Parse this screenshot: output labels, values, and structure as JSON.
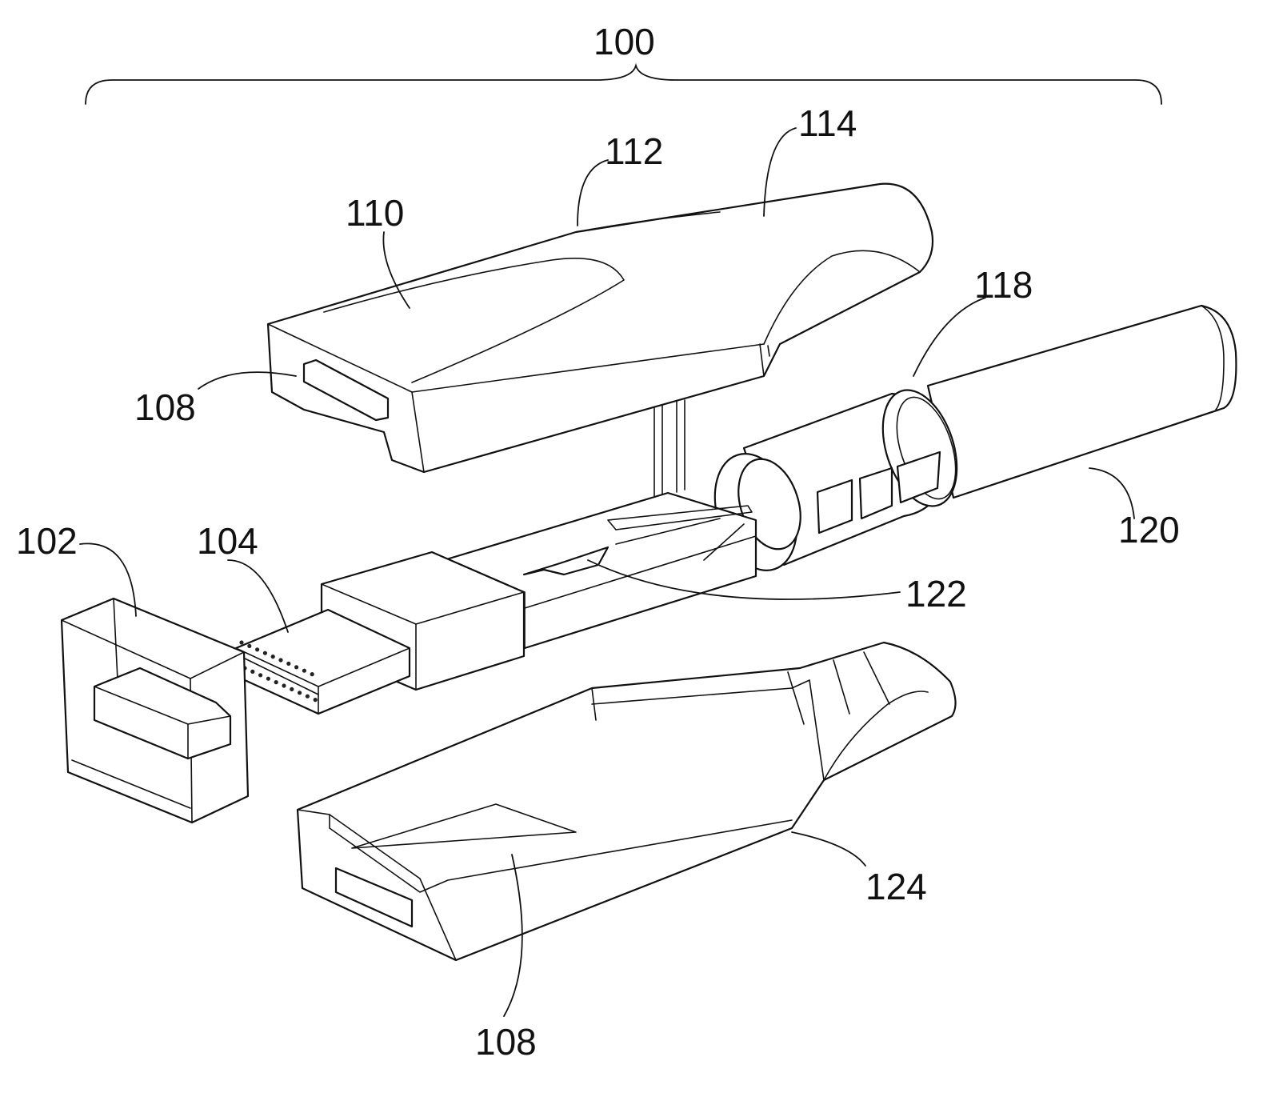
{
  "figure": {
    "labels": {
      "assembly": "100",
      "dust_cap": "102",
      "connector_plug": "104",
      "window_top": "108",
      "window_bottom": "108",
      "top_housing": "110",
      "housing_transition": "112",
      "housing_rear": "114",
      "strain_relief_ring": "118",
      "cable": "120",
      "circuit_board": "122",
      "bottom_housing": "124"
    }
  }
}
